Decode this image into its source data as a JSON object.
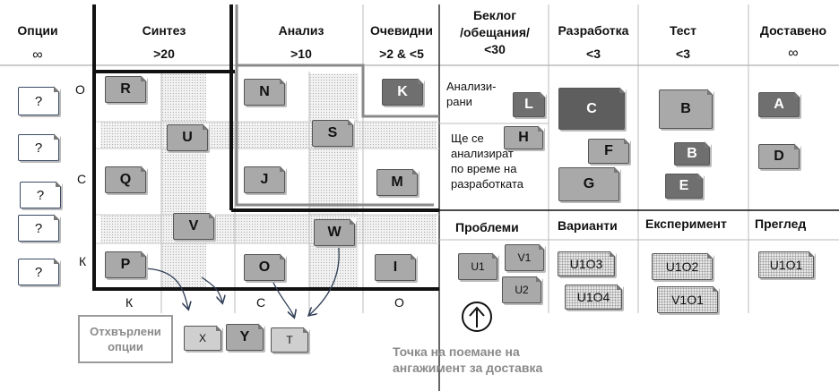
{
  "headers": {
    "options": {
      "title": "Опции",
      "limit": "∞"
    },
    "synthesis": {
      "title": "Синтез",
      "limit": ">20"
    },
    "analysis": {
      "title": "Анализ",
      "limit": ">10"
    },
    "obvious": {
      "title": "Очевидни",
      "limit": ">2 & <5"
    },
    "backlog": {
      "title_line1": "Беклог",
      "title_line2": "/обещания/",
      "limit": "<30"
    },
    "development": {
      "title": "Разработка",
      "limit": "<3"
    },
    "test": {
      "title": "Тест",
      "limit": "<3"
    },
    "delivered": {
      "title": "Доставено",
      "limit": "∞"
    }
  },
  "row_labels": {
    "o": "О",
    "c": "С",
    "k": "К"
  },
  "col_labels": {
    "k": "К",
    "c": "С",
    "o": "О"
  },
  "option_cards": [
    "?",
    "?",
    "?",
    "?",
    "?"
  ],
  "matrix_cards": {
    "r": "R",
    "n": "N",
    "k": "K",
    "u": "U",
    "s": "S",
    "q": "Q",
    "j": "J",
    "m": "M",
    "v": "V",
    "w": "W",
    "p": "P",
    "o": "O",
    "i": "I"
  },
  "backlog": {
    "analyzed_line1": "Анализи-",
    "analyzed_line2": "рани",
    "analyzed_card": "L",
    "later_lines": [
      "Ще се",
      "анализират",
      "по време на",
      "разработката"
    ],
    "later_card": "H"
  },
  "dev_cards": {
    "c": "C",
    "f": "F",
    "g": "G"
  },
  "test_cards": {
    "b1": "B",
    "b2": "B",
    "e": "E"
  },
  "delivered_cards": {
    "a": "A",
    "d": "D"
  },
  "sections": {
    "problems": "Проблеми",
    "variants": "Варианти",
    "experiment": "Експеримент",
    "review": "Преглед"
  },
  "problem_cards": {
    "u1": "U1",
    "v1": "V1",
    "u2": "U2"
  },
  "variant_cards": [
    "U1O3",
    "U1O4"
  ],
  "experiment_cards": [
    "U1O2",
    "V1O1"
  ],
  "review_cards": [
    "U1O1"
  ],
  "rejected": {
    "label_line1": "Отхвърлени",
    "label_line2": "опции",
    "cards": [
      "X",
      "Y",
      "T"
    ]
  },
  "commitment_point": {
    "line1": "Точка на поемане на",
    "line2": "ангажимент за доставка"
  }
}
